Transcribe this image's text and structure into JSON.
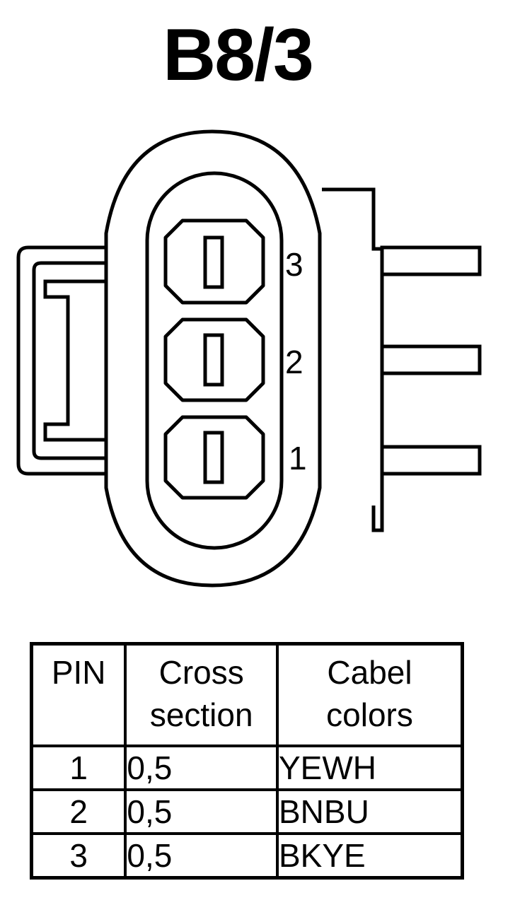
{
  "title": "B8/3",
  "connector": {
    "pin_labels": [
      "3",
      "2",
      "1"
    ]
  },
  "table": {
    "headers": {
      "pin": "PIN",
      "cross_section_line1": "Cross",
      "cross_section_line2": "section",
      "colors_line1": "Cabel",
      "colors_line2": "colors"
    },
    "rows": [
      {
        "pin": "1",
        "cross_section": "0,5",
        "color": "YEWH"
      },
      {
        "pin": "2",
        "cross_section": "0,5",
        "color": "BNBU"
      },
      {
        "pin": "3",
        "cross_section": "0,5",
        "color": "BKYE"
      }
    ]
  }
}
